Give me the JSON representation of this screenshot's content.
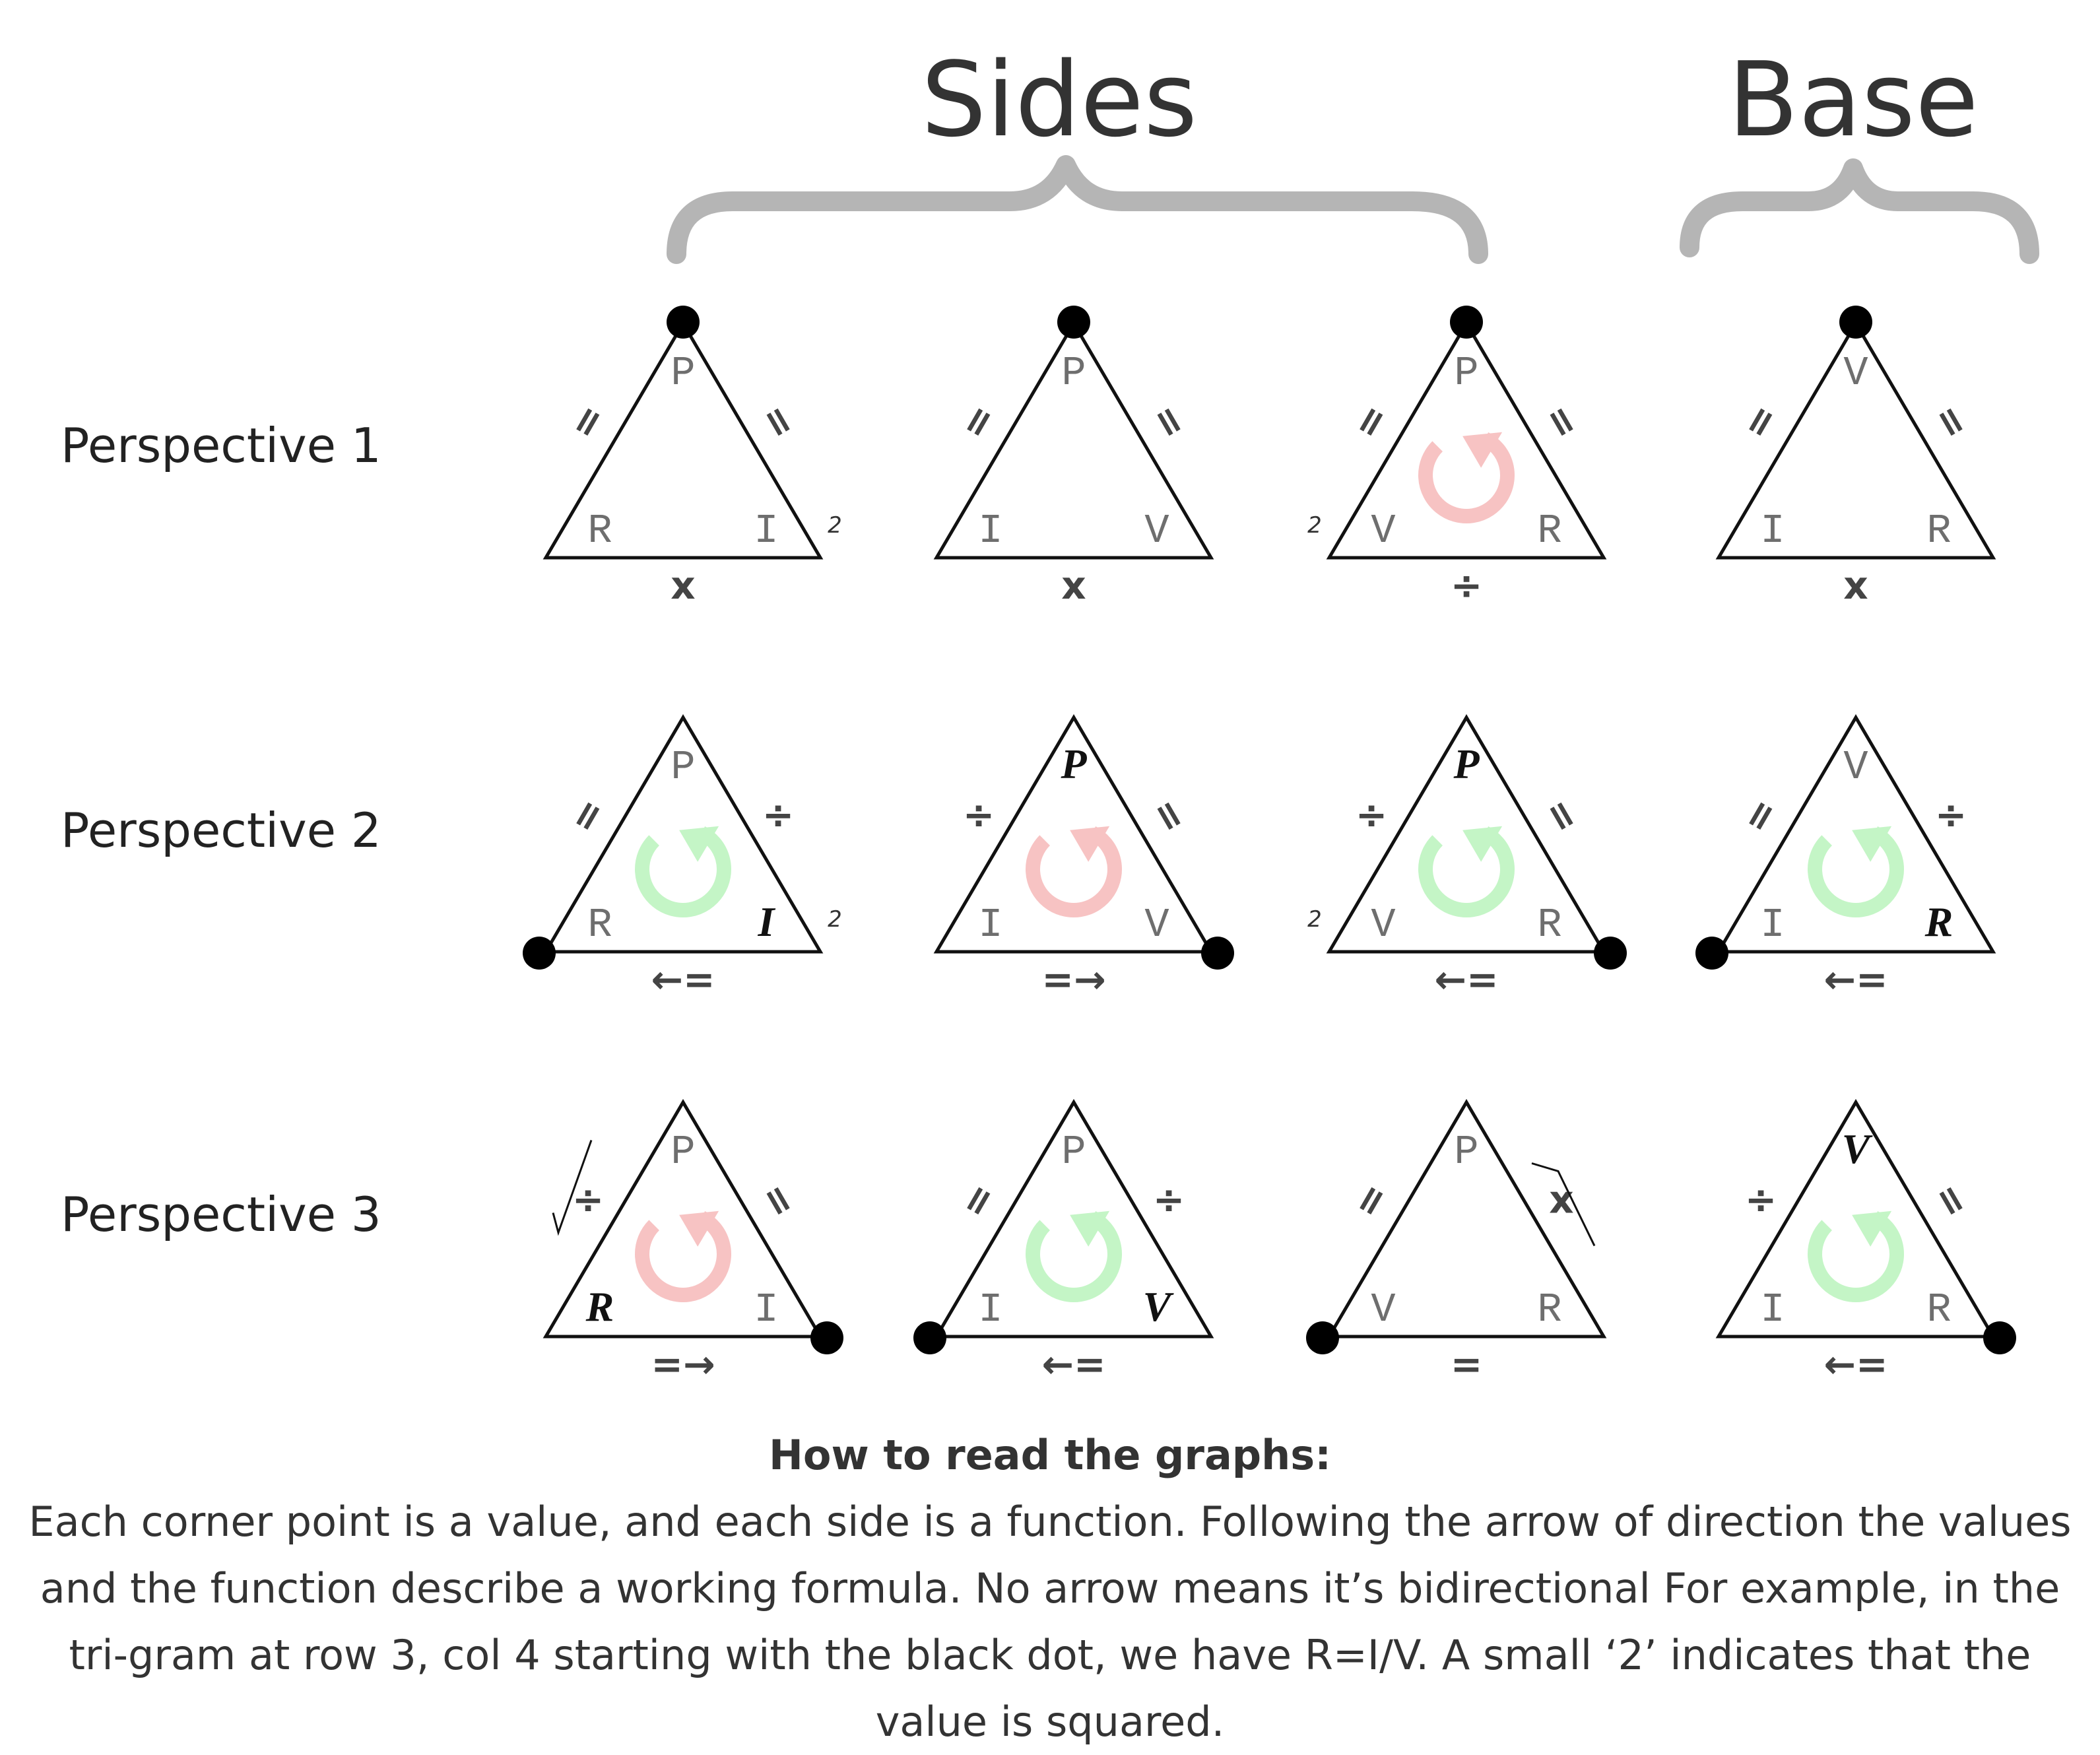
{
  "headers": {
    "sides": "Sides",
    "base": "Base"
  },
  "rows": [
    {
      "label": "Perspective 1",
      "cells": [
        {
          "top": "P",
          "left": "R",
          "right": "I",
          "ls": "=",
          "rs": "=",
          "bs": "x",
          "sq": "r",
          "dot": "top"
        },
        {
          "top": "P",
          "left": "I",
          "right": "V",
          "ls": "=",
          "rs": "=",
          "bs": "x",
          "dot": "top"
        },
        {
          "top": "P",
          "left": "V",
          "right": "R",
          "ls": "=",
          "rs": "=",
          "bs": "÷",
          "sq": "l",
          "dot": "top",
          "arrow": "red"
        },
        {
          "top": "V",
          "left": "I",
          "right": "R",
          "ls": "=",
          "rs": "=",
          "bs": "x",
          "dot": "top"
        }
      ]
    },
    {
      "label": "Perspective 2",
      "cells": [
        {
          "top": "P",
          "left": "R",
          "right": "I",
          "ls": "=",
          "rs": "÷",
          "bs": "←=",
          "sq": "r",
          "dot": "left",
          "arrow": "green",
          "em": "right"
        },
        {
          "top": "P",
          "left": "I",
          "right": "V",
          "ls": "÷",
          "rs": "=",
          "bs": "=→",
          "dot": "right",
          "arrow": "red",
          "em": "top"
        },
        {
          "top": "P",
          "left": "V",
          "right": "R",
          "ls": "÷",
          "rs": "=",
          "bs": "←=",
          "sq": "l",
          "dot": "right",
          "arrow": "green",
          "em": "top"
        },
        {
          "top": "V",
          "left": "I",
          "right": "R",
          "ls": "=",
          "rs": "÷",
          "bs": "←=",
          "dot": "left",
          "arrow": "green",
          "em": "right"
        }
      ]
    },
    {
      "label": "Perspective 3",
      "cells": [
        {
          "top": "P",
          "left": "R",
          "right": "I",
          "ls": "÷",
          "rs": "=",
          "bs": "=→",
          "dot": "right",
          "arrow": "red",
          "em": "left",
          "root": "l"
        },
        {
          "top": "P",
          "left": "I",
          "right": "V",
          "ls": "=",
          "rs": "÷",
          "bs": "←=",
          "dot": "left",
          "arrow": "green",
          "em": "right"
        },
        {
          "top": "P",
          "left": "V",
          "right": "R",
          "ls": "=",
          "rs": "x",
          "bs": "=",
          "dot": "left",
          "root": "r"
        },
        {
          "top": "V",
          "left": "I",
          "right": "R",
          "ls": "÷",
          "rs": "=",
          "bs": "←=",
          "dot": "right",
          "arrow": "green",
          "em": "top"
        }
      ]
    }
  ],
  "explanation": {
    "title": "How to read the graphs:",
    "body": "Each corner point is a value, and each side is a function.  Following the arrow of direction the values and the function describe a working formula.  No arrow means it’s bidirectional  For example, in the tri-gram at row 3, col 4 starting with the black dot, we have R=I/V.  A small ‘2’ indicates that the value is squared."
  },
  "square_mark": "2",
  "colors": {
    "brace": "#b5b5b5",
    "red_arrow": "#f7c3c3",
    "green_arrow": "#c4f5c6",
    "line": "#111111"
  }
}
